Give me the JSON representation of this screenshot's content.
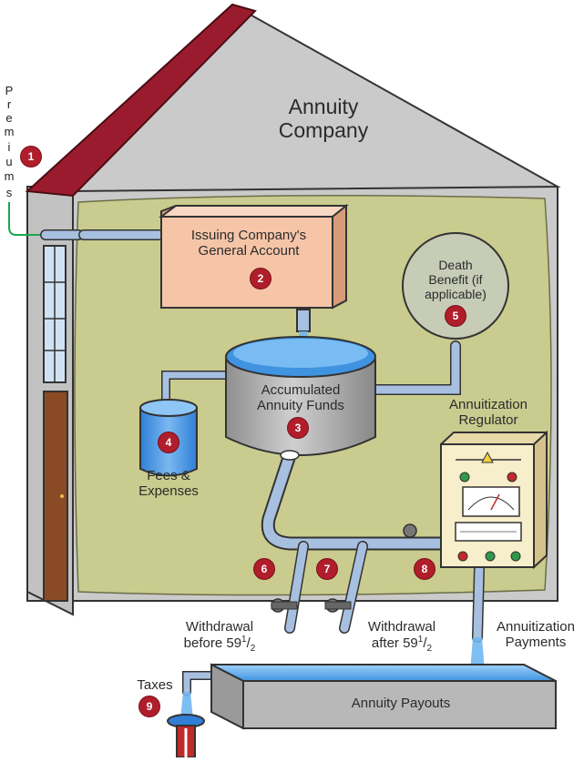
{
  "title_line1": "Annuity",
  "title_line2": "Company",
  "premiums_letters": [
    "P",
    "r",
    "e",
    "m",
    "i",
    "u",
    "m",
    "s"
  ],
  "general_account": {
    "line1": "Issuing Company's",
    "line2": "General Account",
    "badge": "2"
  },
  "death_benefit": {
    "line1": "Death",
    "line2": "Benefit (if",
    "line3": "applicable)",
    "badge": "5"
  },
  "accumulated": {
    "line1": "Accumulated",
    "line2": "Annuity Funds",
    "badge": "3"
  },
  "fees": {
    "line1": "Fees &",
    "line2": "Expenses",
    "badge": "4"
  },
  "regulator": {
    "line1": "Annuitization",
    "line2": "Regulator"
  },
  "badges": {
    "premiums": "1",
    "withdrawal_before": "6",
    "withdrawal_after": "7",
    "annuitization": "8",
    "taxes": "9"
  },
  "withdrawal_before": {
    "line1": "Withdrawal",
    "line2": "before 59",
    "sup": "1",
    "slash": "/",
    "sub": "2"
  },
  "withdrawal_after": {
    "line1": "Withdrawal",
    "line2": "after 59",
    "sup": "1",
    "slash": "/",
    "sub": "2"
  },
  "annuitization_payments": {
    "line1": "Annuitization",
    "line2": "Payments"
  },
  "taxes": "Taxes",
  "payouts": "Annuity Payouts",
  "colors": {
    "roof": "#9b1b2e",
    "wall": "#c9cac9",
    "interior": "#c9cc8e",
    "pipe": "#a8c0e0",
    "water": "#4aa0e8",
    "general_account_box": "#f6c5a8",
    "badge": "#b01e2c",
    "door": "#8a4a23"
  }
}
